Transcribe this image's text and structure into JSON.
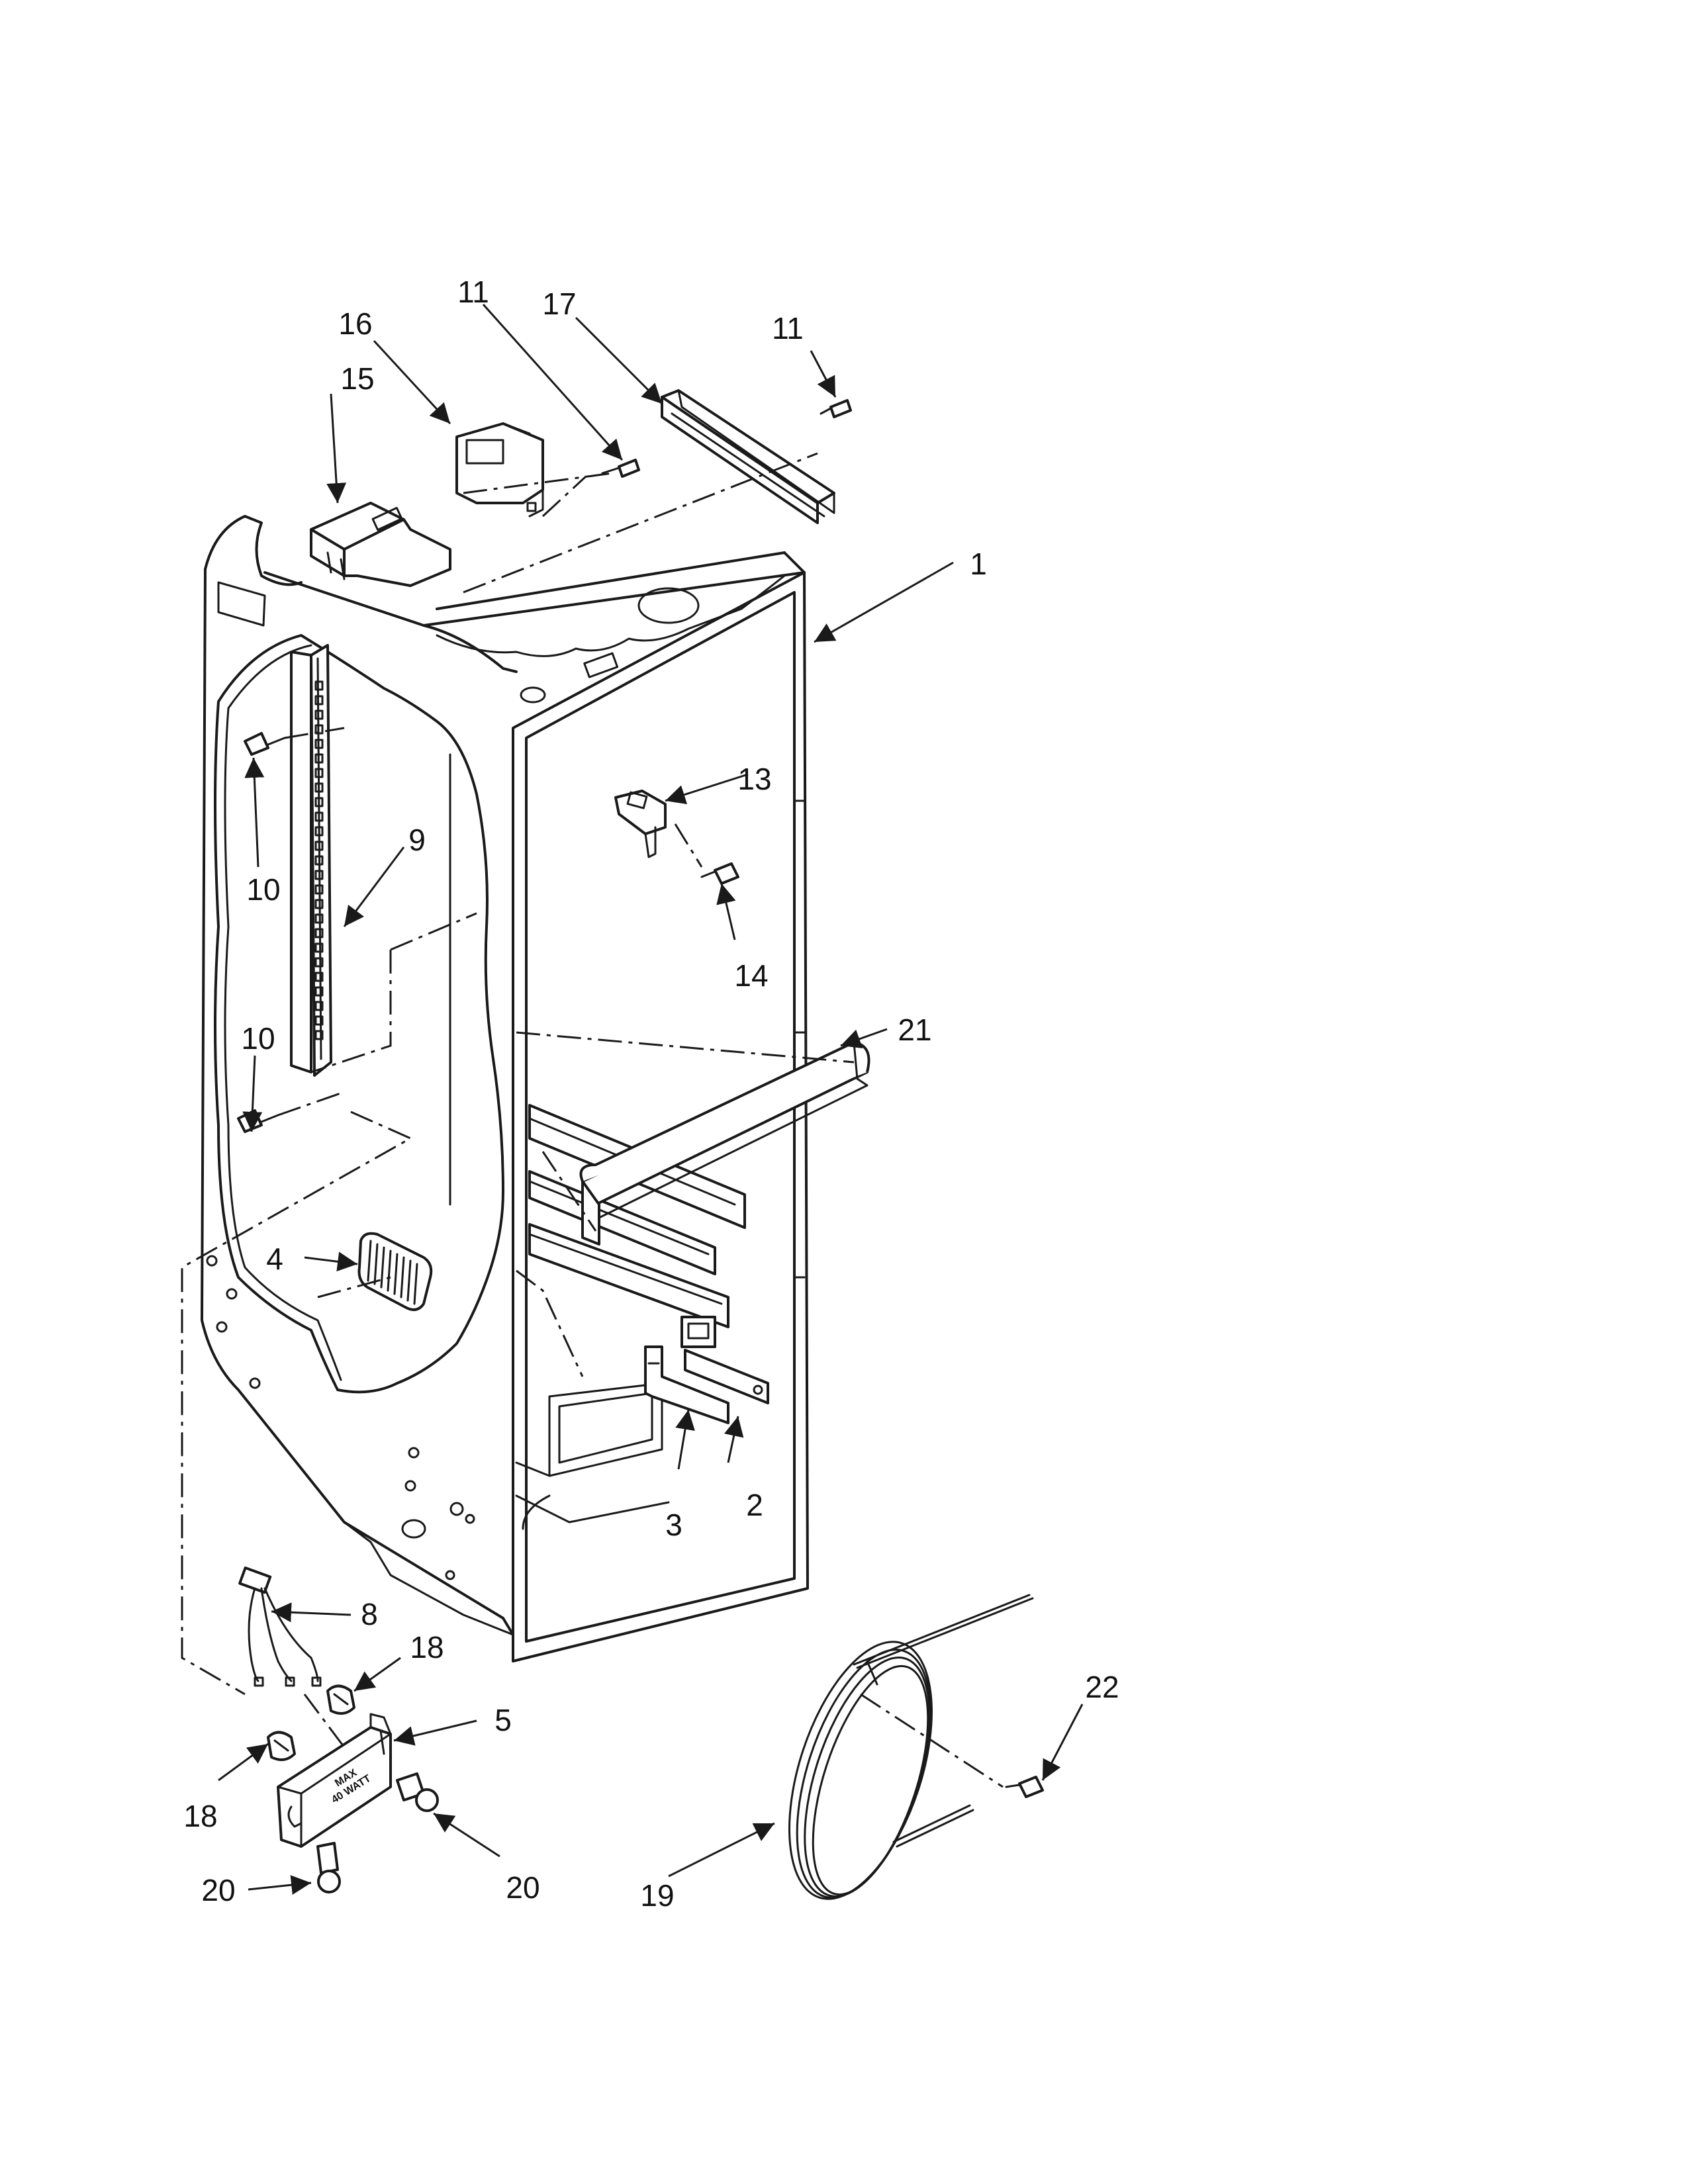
{
  "callouts": {
    "c1": "1",
    "c2": "2",
    "c3": "3",
    "c4": "4",
    "c5": "5",
    "c8": "8",
    "c9": "9",
    "c10a": "10",
    "c10b": "10",
    "c11a": "11",
    "c11b": "11",
    "c13": "13",
    "c14": "14",
    "c15": "15",
    "c16": "16",
    "c17": "17",
    "c18a": "18",
    "c18b": "18",
    "c19": "19",
    "c20a": "20",
    "c20b": "20",
    "c21": "21",
    "c22": "22"
  },
  "part_text": {
    "lamp_socket_line1": "MAX",
    "lamp_socket_line2": "40 WATT"
  }
}
